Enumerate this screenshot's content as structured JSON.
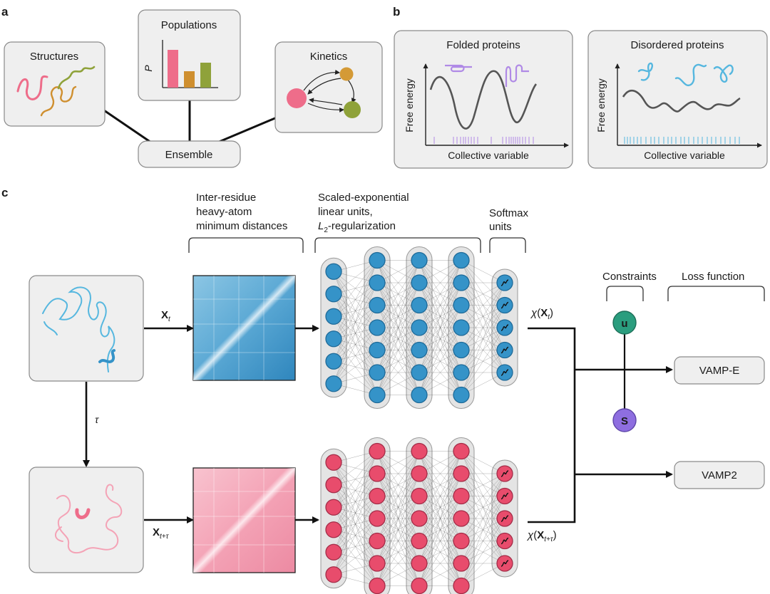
{
  "panels": {
    "a": "a",
    "b": "b",
    "c": "c"
  },
  "panel_a": {
    "structures": "Structures",
    "populations": "Populations",
    "pop_axis": "P",
    "kinetics": "Kinetics",
    "ensemble": "Ensemble"
  },
  "panel_b": {
    "folded_title": "Folded proteins",
    "disordered_title": "Disordered proteins",
    "ylabel": "Free energy",
    "xlabel": "Collective variable"
  },
  "panel_c": {
    "input_label": [
      "Inter-residue",
      "heavy-atom",
      "minimum distances"
    ],
    "hidden_label": [
      "Scaled-exponential",
      "linear units,",
      "-regularization"
    ],
    "l2_main": "L",
    "l2_sub": "2",
    "softmax_label": [
      "Softmax",
      "units"
    ],
    "constraints": "Constraints",
    "loss_function": "Loss function",
    "xt_main": "X",
    "xt_sub": "t",
    "xtt_sub": "t+τ",
    "tau": "τ",
    "chi": "χ",
    "u": "u",
    "s": "S",
    "vampe": "VAMP-E",
    "vamp2": "VAMP2"
  },
  "colors": {
    "blue": "#3593c8",
    "red": "#e84c6c",
    "teal": "#2a9d7e",
    "purple": "#8e6ee0",
    "pink": "#ee6d8a",
    "orange": "#cf8f2f",
    "olive": "#8fa23a",
    "lavender": "#b08ae6",
    "cyan": "#56b7df"
  }
}
